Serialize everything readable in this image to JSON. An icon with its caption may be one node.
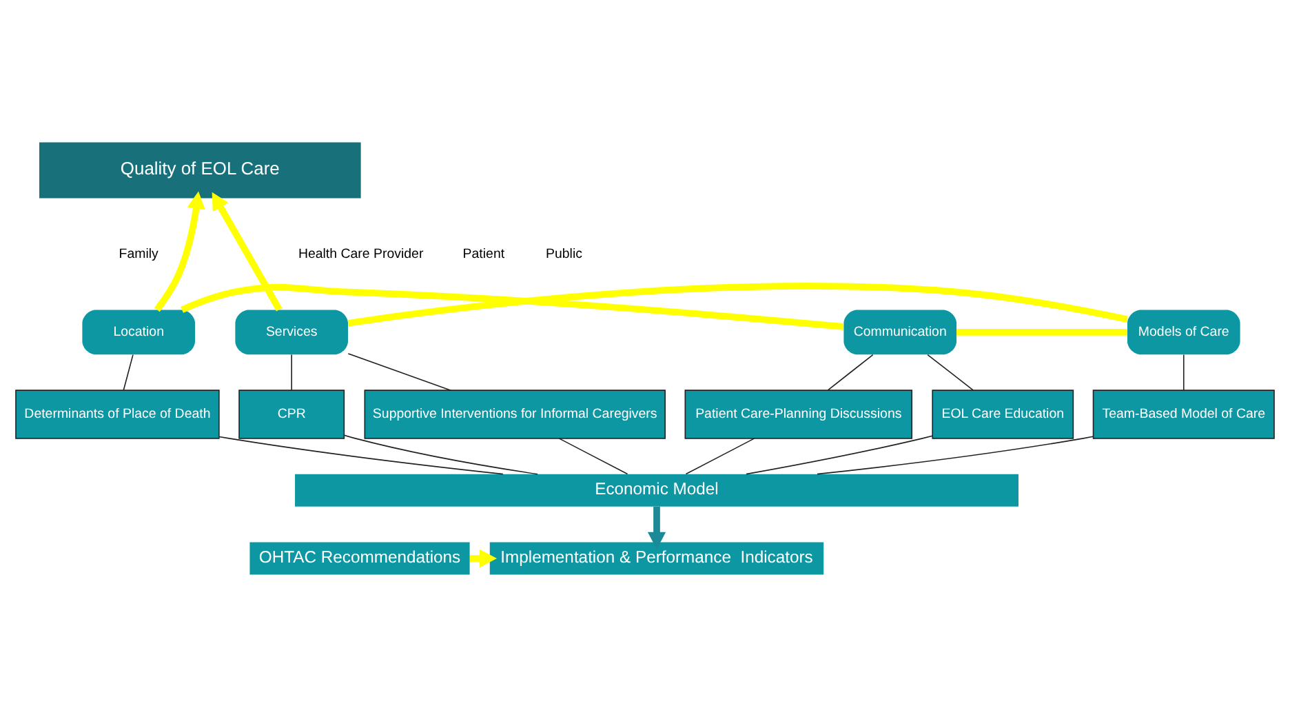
{
  "diagram": {
    "nodes": [
      {
        "text": [
          "Quality of EOL Care"
        ]
      },
      {
        "text": [
          "Location"
        ]
      },
      {
        "text": [
          "Communication"
        ]
      },
      {
        "text": [
          "Models of Care"
        ]
      },
      {
        "text": [
          "Services"
        ]
      },
      {
        "text": [
          "Determinants of Place of Death"
        ]
      },
      {
        "text": [
          "Patient Care-Planning Discussions"
        ]
      },
      {
        "text": [
          "EOL Care Education"
        ]
      },
      {
        "text": [
          "Team-Based Model of Care"
        ]
      },
      {
        "text": [
          "CPR"
        ]
      },
      {
        "text": [
          "Supportive Interventions for Informal Caregivers"
        ]
      },
      {
        "text": [
          "Economic Model"
        ]
      },
      {
        "text": [
          "OHTAC Recommendations"
        ]
      },
      {
        "text": [
          "Implementation & Performance  Indicators"
        ]
      }
    ],
    "edges": [
      {
        "from": 1,
        "to": 0,
        "arrow": "to",
        "style": "thick",
        "color": "#ffff00"
      },
      {
        "from": 4,
        "to": 0,
        "arrow": "to",
        "style": "thick",
        "color": "#ffff00"
      },
      {
        "from": 1,
        "to": 2,
        "arrow": "none",
        "style": "thick",
        "color": "#ffff00"
      },
      {
        "from": 2,
        "to": 3,
        "arrow": "none",
        "style": "thick",
        "color": "#ffff00"
      },
      {
        "from": 3,
        "to": 4,
        "arrow": "none",
        "style": "thick",
        "color": "#ffff00"
      },
      {
        "from": 1,
        "to": 5,
        "arrow": "none"
      },
      {
        "from": 2,
        "to": 6,
        "arrow": "none"
      },
      {
        "from": 2,
        "to": 7,
        "arrow": "none"
      },
      {
        "from": 3,
        "to": 8,
        "arrow": "none"
      },
      {
        "from": 4,
        "to": 9,
        "arrow": "none"
      },
      {
        "from": 4,
        "to": 10,
        "arrow": "none"
      },
      {
        "from": 5,
        "to": 11,
        "arrow": "none"
      },
      {
        "from": 6,
        "to": 11,
        "arrow": "none"
      },
      {
        "from": 7,
        "to": 11,
        "arrow": "none"
      },
      {
        "from": 8,
        "to": 11,
        "arrow": "none"
      },
      {
        "from": 9,
        "to": 11,
        "arrow": "none"
      },
      {
        "from": 10,
        "to": 11,
        "arrow": "none"
      },
      {
        "from": 11,
        "to": 13,
        "arrow": "to",
        "style": "thick",
        "color": "#1b8a96"
      },
      {
        "from": 12,
        "to": 13,
        "arrow": "to",
        "style": "thick",
        "color": "#ffff00"
      }
    ],
    "labels": [
      "Family",
      "Health Care Provider",
      "Patient",
      "Public"
    ]
  }
}
